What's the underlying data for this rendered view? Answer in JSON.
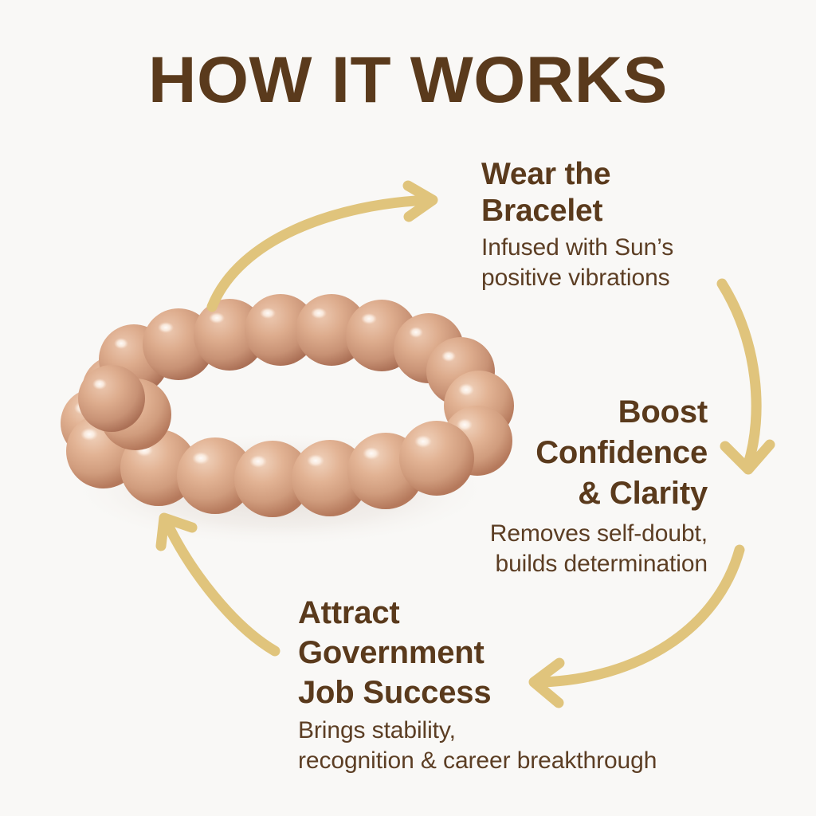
{
  "page": {
    "title": "HOW IT WORKS",
    "background_color": "#f9f8f6",
    "heading_color": "#5a3a1c",
    "body_color": "#5c3e24",
    "arrow_color": "#e0c47c"
  },
  "product": {
    "name": "sunstone-beaded-bracelet",
    "bead_color_light": "#e9c4ab",
    "bead_color_mid": "#d8a588",
    "bead_color_dark": "#c08b6e",
    "bead_count": 22
  },
  "steps": [
    {
      "id": "wear-the-bracelet",
      "title_line1": "Wear the",
      "title_line2": "Bracelet",
      "desc_line1": "Infused with Sun’s",
      "desc_line2": "positive vibrations"
    },
    {
      "id": "boost-confidence-and-clarity",
      "title_line1": "Boost",
      "title_line2": "Confidence",
      "title_line3": "& Clarity",
      "desc_line1": "Removes self-doubt,",
      "desc_line2": "builds determination"
    },
    {
      "id": "attract-government-job-success",
      "title_line1": "Attract",
      "title_line2": "Government",
      "title_line3": "Job Success",
      "desc_line1": "Brings stability,",
      "desc_line2": "recognition & career breakthrough"
    }
  ],
  "arrows": [
    {
      "id": "arrow-bracelet-to-step1",
      "direction": "up-right"
    },
    {
      "id": "arrow-step1-to-step2",
      "direction": "down"
    },
    {
      "id": "arrow-step2-to-step3",
      "direction": "left"
    },
    {
      "id": "arrow-step3-to-bracelet",
      "direction": "up-left"
    }
  ]
}
